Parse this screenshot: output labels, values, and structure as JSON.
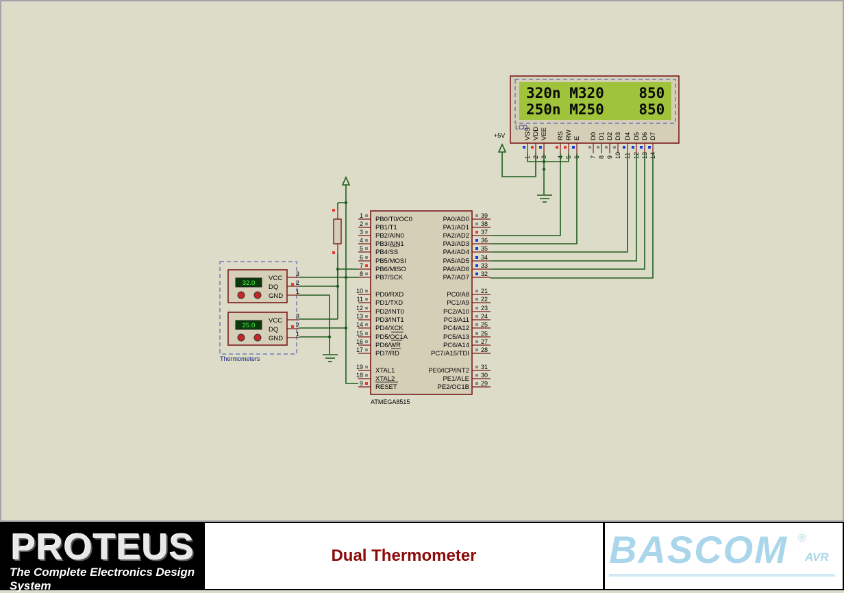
{
  "footer": {
    "left_logo": "PROTEUS",
    "left_tagline": "The Complete Electronics Design System",
    "title": "Dual Thermometer",
    "right_logo": "BASCOM",
    "right_logo_reg": "®",
    "right_logo_sub": "AVR"
  },
  "lcd": {
    "ref": "LCD",
    "line1": "320n M320    850",
    "line2": "250n M250    850",
    "pin_labels": [
      "VSS",
      "VDD",
      "VEE",
      "RS",
      "RW",
      "E",
      "D0",
      "D1",
      "D2",
      "D3",
      "D4",
      "D5",
      "D6",
      "D7"
    ],
    "pin_numbers": [
      "1",
      "2",
      "3",
      "4",
      "5",
      "6",
      "7",
      "8",
      "9",
      "10",
      "11",
      "12",
      "13",
      "14"
    ]
  },
  "power": {
    "label": "+5V"
  },
  "mcu": {
    "name": "ATMEGA8515",
    "left_pins": [
      {
        "num": "1",
        "label": "PB0/T0/OC0"
      },
      {
        "num": "2",
        "label": "PB1/T1"
      },
      {
        "num": "3",
        "label": "PB2/AIN0"
      },
      {
        "num": "4",
        "label": "PB3/AIN1"
      },
      {
        "num": "5",
        "label": "PB4/SS"
      },
      {
        "num": "6",
        "label": "PB5/MOSI"
      },
      {
        "num": "7",
        "label": "PB6/MISO"
      },
      {
        "num": "8",
        "label": "PB7/SCK"
      },
      {
        "num": "10",
        "label": "PD0/RXD"
      },
      {
        "num": "11",
        "label": "PD1/TXD"
      },
      {
        "num": "12",
        "label": "PD2/INT0"
      },
      {
        "num": "13",
        "label": "PD3/INT1"
      },
      {
        "num": "14",
        "label": "PD4/XCK"
      },
      {
        "num": "15",
        "label": "PD5/OC1A"
      },
      {
        "num": "16",
        "label": "PD6/WR"
      },
      {
        "num": "17",
        "label": "PD7/RD"
      },
      {
        "num": "19",
        "label": "XTAL1"
      },
      {
        "num": "18",
        "label": "XTAL2"
      },
      {
        "num": "9",
        "label": "RESET"
      }
    ],
    "right_pins": [
      {
        "num": "39",
        "label": "PA0/AD0"
      },
      {
        "num": "38",
        "label": "PA1/AD1"
      },
      {
        "num": "37",
        "label": "PA2/AD2"
      },
      {
        "num": "36",
        "label": "PA3/AD3"
      },
      {
        "num": "35",
        "label": "PA4/AD4"
      },
      {
        "num": "34",
        "label": "PA5/AD5"
      },
      {
        "num": "33",
        "label": "PA6/AD6"
      },
      {
        "num": "32",
        "label": "PA7/AD7"
      },
      {
        "num": "21",
        "label": "PC0/A8"
      },
      {
        "num": "22",
        "label": "PC1/A9"
      },
      {
        "num": "23",
        "label": "PC2/A10"
      },
      {
        "num": "24",
        "label": "PC3/A11"
      },
      {
        "num": "25",
        "label": "PC4/A12"
      },
      {
        "num": "26",
        "label": "PC5/A13"
      },
      {
        "num": "27",
        "label": "PC6/A14"
      },
      {
        "num": "28",
        "label": "PC7/A15/TDI"
      },
      {
        "num": "31",
        "label": "PE0/ICP/INT2"
      },
      {
        "num": "30",
        "label": "PE1/ALE"
      },
      {
        "num": "29",
        "label": "PE2/OC1B"
      }
    ]
  },
  "thermometers": {
    "group_label": "Thermometers",
    "sensors": [
      {
        "reading": "32.0",
        "pins": [
          {
            "label": "VCC",
            "num": "3"
          },
          {
            "label": "DQ",
            "num": "2"
          },
          {
            "label": "GND",
            "num": "1"
          }
        ]
      },
      {
        "reading": "25.0",
        "pins": [
          {
            "label": "VCC",
            "num": "3"
          },
          {
            "label": "DQ",
            "num": "2"
          },
          {
            "label": "GND",
            "num": "1"
          }
        ]
      }
    ]
  },
  "colors": {
    "background": "#dcdcc8",
    "wire": "#1f5c1f",
    "component_border": "#7a1a1a",
    "lcd_screen": "#9fc33a",
    "title": "#8b0a0a",
    "bascom": "#a9d6ea"
  }
}
